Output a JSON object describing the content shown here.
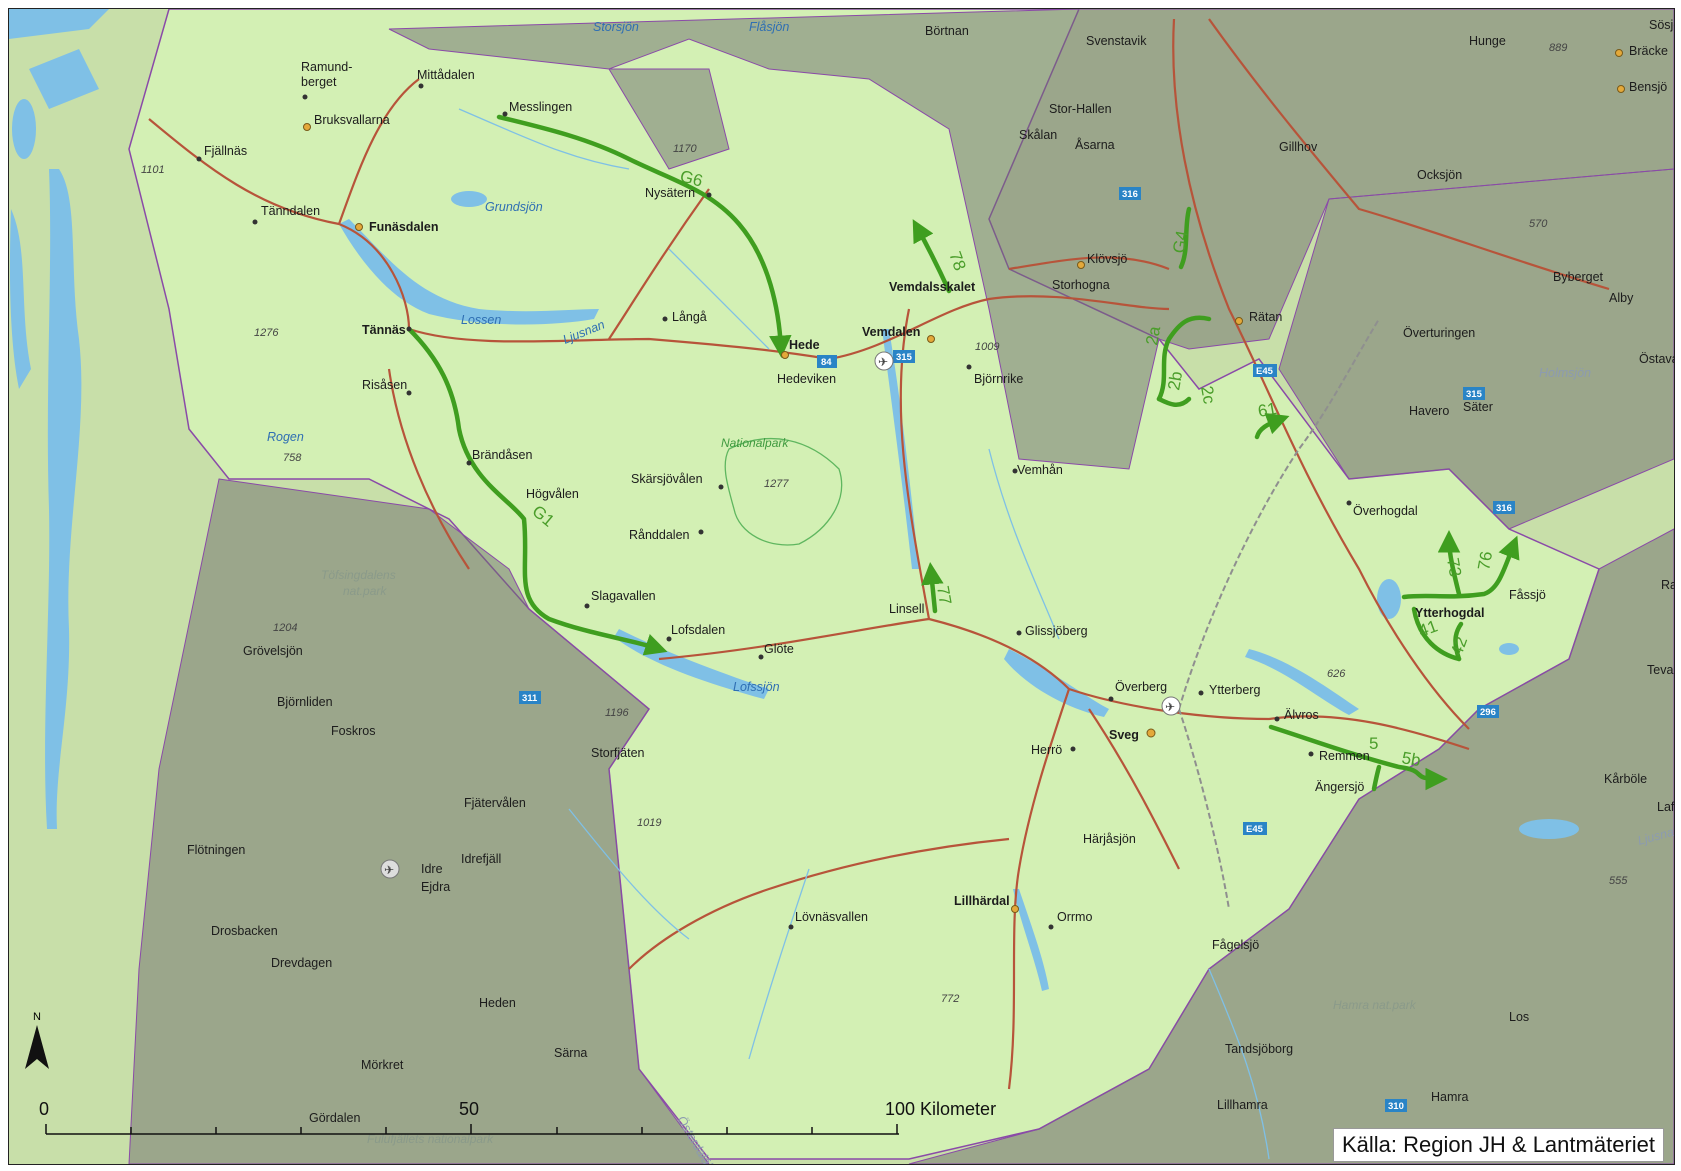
{
  "colors": {
    "land": "#c8dfa9",
    "study_area": "#d3f0b4",
    "outside_overlay": "#6e6e6e",
    "water": "#7fc0e6",
    "road": "#b7543a",
    "route": "#3f9e1f",
    "railway": "#8f8f8f",
    "shield": "#2a84c6",
    "boundary": "#8a4aa8"
  },
  "places": [
    {
      "name": "Ramund-",
      "bold": false
    },
    {
      "name": "berget",
      "bold": false
    },
    {
      "name": "Mittådalen",
      "bold": false
    },
    {
      "name": "Messlingen",
      "bold": false
    },
    {
      "name": "Bruksvallarna",
      "bold": false
    },
    {
      "name": "Fjällnäs",
      "bold": false
    },
    {
      "name": "Tänndalen",
      "bold": false
    },
    {
      "name": "Funäsdalen",
      "bold": true
    },
    {
      "name": "Nysätern",
      "bold": false
    },
    {
      "name": "Börtnan",
      "bold": false
    },
    {
      "name": "Svenstavik",
      "bold": false
    },
    {
      "name": "Stor-Hallen",
      "bold": false
    },
    {
      "name": "Skålan",
      "bold": false
    },
    {
      "name": "Åsarna",
      "bold": false
    },
    {
      "name": "Gillhov",
      "bold": false
    },
    {
      "name": "Ocksjön",
      "bold": false
    },
    {
      "name": "Hunge",
      "bold": false
    },
    {
      "name": "Bräcke",
      "bold": false
    },
    {
      "name": "Bensjö",
      "bold": false
    },
    {
      "name": "Sösjö",
      "bold": false
    },
    {
      "name": "Klövsjö",
      "bold": false
    },
    {
      "name": "Storhogna",
      "bold": false
    },
    {
      "name": "Rätan",
      "bold": false
    },
    {
      "name": "Byberget",
      "bold": false
    },
    {
      "name": "Alby",
      "bold": false
    },
    {
      "name": "Överturingen",
      "bold": false
    },
    {
      "name": "Östavall",
      "bold": false
    },
    {
      "name": "Vemdalsskalet",
      "bold": true
    },
    {
      "name": "Vemdalen",
      "bold": true
    },
    {
      "name": "Långå",
      "bold": false
    },
    {
      "name": "Tännäs",
      "bold": true
    },
    {
      "name": "Hede",
      "bold": true
    },
    {
      "name": "Hedeviken",
      "bold": false
    },
    {
      "name": "Björnrike",
      "bold": false
    },
    {
      "name": "Risåsen",
      "bold": false
    },
    {
      "name": "Havero",
      "bold": false
    },
    {
      "name": "Säter",
      "bold": false
    },
    {
      "name": "Brändåsen",
      "bold": false
    },
    {
      "name": "Vemhån",
      "bold": false
    },
    {
      "name": "Skärsjövålen",
      "bold": false
    },
    {
      "name": "Högvålen",
      "bold": false
    },
    {
      "name": "Överhogdal",
      "bold": false
    },
    {
      "name": "Rånddalen",
      "bold": false
    },
    {
      "name": "Fåssjö",
      "bold": false
    },
    {
      "name": "Ytterhogdal",
      "bold": true
    },
    {
      "name": "Slagavallen",
      "bold": false
    },
    {
      "name": "Linsell",
      "bold": false
    },
    {
      "name": "Glissjöberg",
      "bold": false
    },
    {
      "name": "Lofsdalen",
      "bold": false
    },
    {
      "name": "Glöte",
      "bold": false
    },
    {
      "name": "Grövelsjön",
      "bold": false
    },
    {
      "name": "Överberg",
      "bold": false
    },
    {
      "name": "Ytterberg",
      "bold": false
    },
    {
      "name": "Björnliden",
      "bold": false
    },
    {
      "name": "Älvros",
      "bold": false
    },
    {
      "name": "Foskros",
      "bold": false
    },
    {
      "name": "Sveg",
      "bold": true
    },
    {
      "name": "Herrö",
      "bold": false
    },
    {
      "name": "Remmen",
      "bold": false
    },
    {
      "name": "Storfjäten",
      "bold": false
    },
    {
      "name": "Ängersjö",
      "bold": false
    },
    {
      "name": "Kårböle",
      "bold": false
    },
    {
      "name": "Fjätervålen",
      "bold": false
    },
    {
      "name": "Härjåsjön",
      "bold": false
    },
    {
      "name": "Flötningen",
      "bold": false
    },
    {
      "name": "Idrefjäll",
      "bold": false
    },
    {
      "name": "Idre",
      "bold": false
    },
    {
      "name": "Lafors",
      "bold": false
    },
    {
      "name": "Ejdra",
      "bold": false
    },
    {
      "name": "Lillhärdal",
      "bold": true
    },
    {
      "name": "Drosbacken",
      "bold": false
    },
    {
      "name": "Lövnäsvallen",
      "bold": false
    },
    {
      "name": "Orrmo",
      "bold": false
    },
    {
      "name": "Fågelsjö",
      "bold": false
    },
    {
      "name": "Drevdagen",
      "bold": false
    },
    {
      "name": "Heden",
      "bold": false
    },
    {
      "name": "Los",
      "bold": false
    },
    {
      "name": "Tandsjöborg",
      "bold": false
    },
    {
      "name": "Särna",
      "bold": false
    },
    {
      "name": "Mörkret",
      "bold": false
    },
    {
      "name": "Gördalen",
      "bold": false
    },
    {
      "name": "Lillhamra",
      "bold": false
    },
    {
      "name": "Hamra",
      "bold": false
    },
    {
      "name": "Rar",
      "bold": false
    },
    {
      "name": "Tevan",
      "bold": false
    }
  ],
  "water_labels": [
    "Storsjön",
    "Flåsjön",
    "Grundsjön",
    "Lossen",
    "Ljusnan",
    "Rogen",
    "Lofssjön",
    "Holmsjön",
    "Ljusnan",
    "Österdalälven"
  ],
  "elevations": [
    "1170",
    "1101",
    "1276",
    "758",
    "1009",
    "1277",
    "1204",
    "1196",
    "1019",
    "772",
    "570",
    "626",
    "889",
    "555"
  ],
  "parks": [
    "Nationalpark",
    "Töfsingdalens",
    "nat.park",
    "Fulufjällets nationalpark",
    "Hamra nat.park"
  ],
  "route_labels": [
    "G6",
    "G1",
    "78",
    "77",
    "2a",
    "2b",
    "2c",
    "61",
    "73",
    "76",
    "41",
    "42",
    "5",
    "5b",
    "G4"
  ],
  "road_shields": [
    "84",
    "315",
    "316",
    "E45",
    "315",
    "311",
    "296",
    "E45",
    "316",
    "310"
  ],
  "scale": {
    "tick0": "0",
    "tick50": "50",
    "tick100": "100 Kilometer"
  },
  "north": "N",
  "source": "Källa: Region JH & Lantmäteriet"
}
